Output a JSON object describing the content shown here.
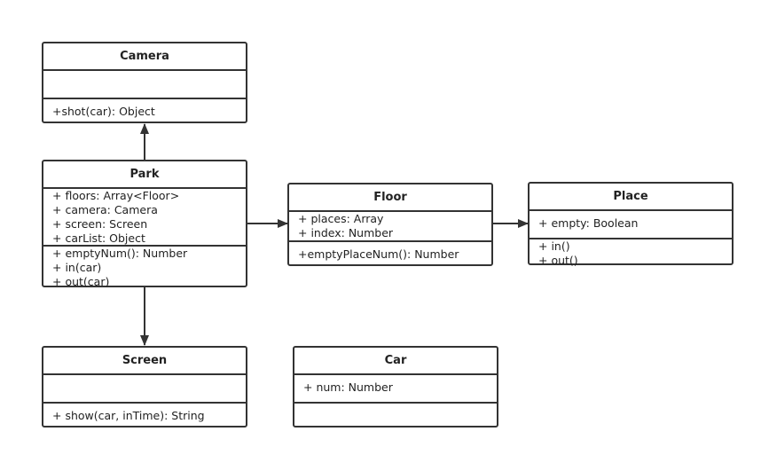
{
  "classes": {
    "camera": {
      "name": "Camera",
      "attributes": [],
      "methods": [
        "+shot(car): Object"
      ]
    },
    "park": {
      "name": "Park",
      "attributes": [
        "+ floors: Array<Floor>",
        "+ camera: Camera",
        "+ screen: Screen",
        "+ carList: Object"
      ],
      "methods": [
        "+ emptyNum(): Number",
        "+ in(car)",
        "+ out(car)"
      ]
    },
    "floor": {
      "name": "Floor",
      "attributes": [
        "+ places: Array",
        "+ index: Number"
      ],
      "methods": [
        "+emptyPlaceNum(): Number"
      ]
    },
    "place": {
      "name": "Place",
      "attributes": [
        "+ empty: Boolean"
      ],
      "methods": [
        "+ in()",
        "+ out()"
      ]
    },
    "screen": {
      "name": "Screen",
      "attributes": [],
      "methods": [
        "+ show(car, inTime): String"
      ]
    },
    "car": {
      "name": "Car",
      "attributes": [
        "+ num: Number"
      ],
      "methods": []
    }
  },
  "line_color": "#333333"
}
